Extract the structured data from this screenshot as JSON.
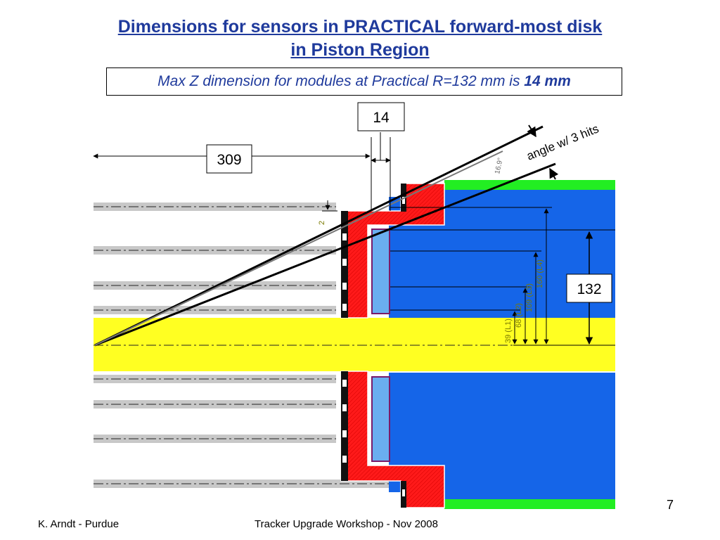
{
  "header": {
    "title_line1": "Dimensions for sensors in PRACTICAL forward-most disk",
    "title_line2": "in Piston Region",
    "subtitle_main": "Max Z dimension for modules at Practical R=132 mm is ",
    "subtitle_bold": "14 mm"
  },
  "diagram": {
    "label_14": "14",
    "label_309": "309",
    "label_132": "132",
    "label_angle": "angle w/ 3 hits",
    "label_deg": "16.9°",
    "label_2": "2",
    "label_L1": "39 (L1)",
    "label_L2": "68 (L2)",
    "label_L3": "109 (L3)",
    "label_L4": "160 (L4)"
  },
  "colors": {
    "title": "#1f3a9c",
    "blue_region": "#1565e8",
    "yellow_beam": "#ffff22",
    "red_part": "#ff1a1a",
    "green_part": "#22ee22",
    "module": "#6aaef0"
  },
  "footer": {
    "left": "K. Arndt - Purdue",
    "center": "Tracker Upgrade Workshop - Nov 2008",
    "page": "7"
  }
}
